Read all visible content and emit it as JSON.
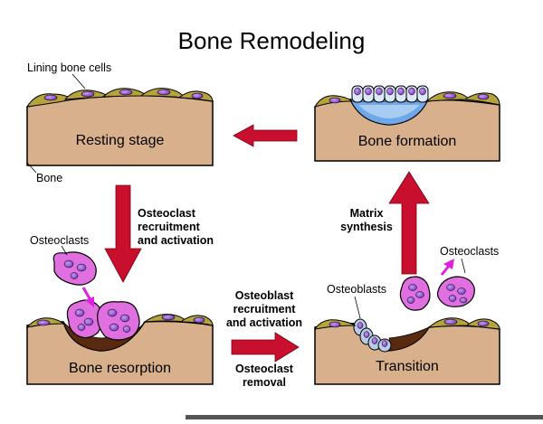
{
  "title": "Bone Remodeling",
  "labels": {
    "lining_bone_cells": "Lining bone cells",
    "bone": "Bone",
    "osteoclasts_left": "Osteoclasts",
    "osteoclasts_right": "Osteoclasts",
    "osteoblasts": "Osteoblasts"
  },
  "stages": {
    "resting": "Resting stage",
    "formation": "Bone formation",
    "resorption": "Bone resorption",
    "transition": "Transition"
  },
  "arrows": {
    "recruitment": [
      "Osteoclast",
      "recruitment",
      "and activation"
    ],
    "osteoblast": [
      "Osteoblast",
      "recruitment",
      "and activation"
    ],
    "removal": [
      "Osteoclast",
      "removal"
    ],
    "matrix": [
      "Matrix",
      "synthesis"
    ]
  },
  "colors": {
    "bone": "#D9B08C",
    "lining_cell": "#B5A33C",
    "nucleus": "#8844CC",
    "osteoclast": "#E070E0",
    "arrow_red": "#C8102E",
    "magenta_arrow": "#E020E0",
    "osteoblast": "#B8CCE8",
    "new_matrix": "#6FA8E8",
    "resorbed": "#5A2A10"
  }
}
